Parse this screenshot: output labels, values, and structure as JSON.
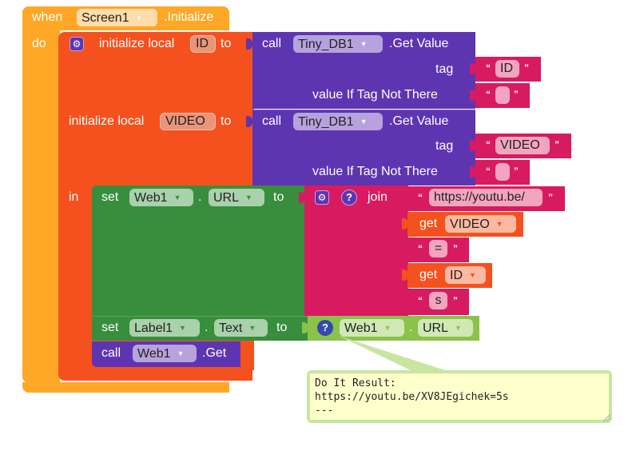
{
  "event_block": {
    "when_label": "when",
    "component": "Screen1",
    "event": ".Initialize",
    "do_label": "do",
    "color": "#ffa726"
  },
  "local_id": {
    "label": "initialize local",
    "var_name": "ID",
    "to_label": "to",
    "color": "#f4511e",
    "call": {
      "call_label": "call",
      "component": "Tiny_DB1",
      "method": ".Get Value",
      "tag_label": "tag",
      "tag_value": "ID",
      "not_there_label": "value If Tag Not There",
      "not_there_value": ""
    }
  },
  "local_video": {
    "label": "initialize local",
    "var_name": "VIDEO",
    "to_label": "to",
    "in_label": "in",
    "call": {
      "call_label": "call",
      "component": "Tiny_DB1",
      "method": ".Get Value",
      "tag_label": "tag",
      "tag_value": "VIDEO",
      "not_there_label": "value If Tag Not There",
      "not_there_value": ""
    }
  },
  "set_url": {
    "set_label": "set",
    "component": "Web1",
    "dot": ".",
    "property": "URL",
    "to_label": "to",
    "join": {
      "label": "join",
      "items": [
        {
          "type": "text",
          "value": "https://youtu.be/"
        },
        {
          "type": "get",
          "get_label": "get",
          "var": "VIDEO"
        },
        {
          "type": "text",
          "value": "="
        },
        {
          "type": "get",
          "get_label": "get",
          "var": "ID"
        },
        {
          "type": "text",
          "value": "s"
        }
      ]
    }
  },
  "set_label": {
    "set_label": "set",
    "component": "Label1",
    "dot": ".",
    "property": "Text",
    "to_label": "to",
    "value_component": "Web1",
    "value_dot": ".",
    "value_property": "URL"
  },
  "call_get": {
    "call_label": "call",
    "component": "Web1",
    "method": ".Get"
  },
  "tooltip": {
    "line1": "Do It Result:",
    "line2": "https://youtu.be/XV8JEgichek=5s",
    "line3": "---"
  },
  "icons": {
    "gear": "⚙",
    "help": "?",
    "dropdown": "▼",
    "open_quote": "“",
    "close_quote": "”"
  }
}
